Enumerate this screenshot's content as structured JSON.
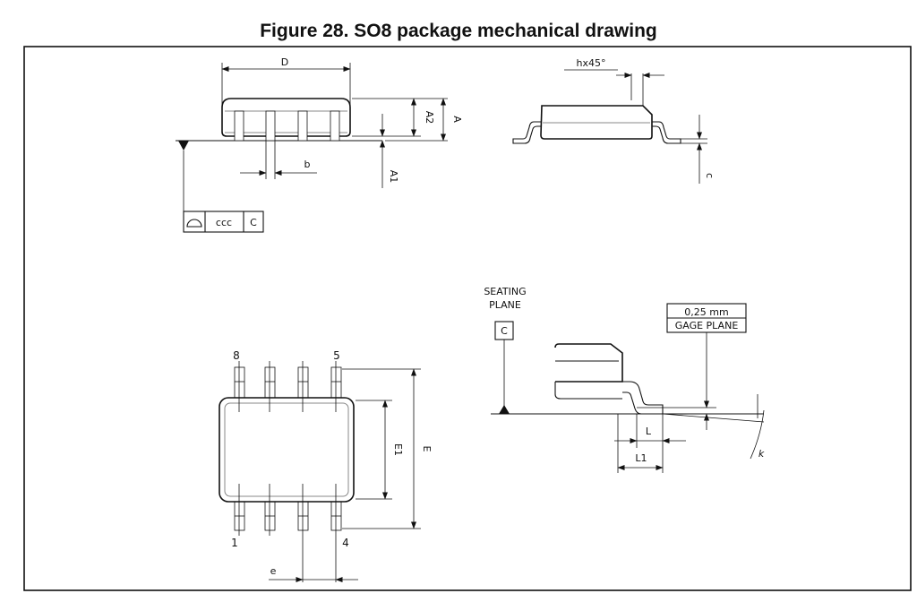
{
  "figure": {
    "title": "Figure 28. SO8 package mechanical drawing"
  },
  "side_view": {
    "dim_D": "D",
    "dim_A2": "A2",
    "dim_A": "A",
    "dim_A1": "A1",
    "dim_b": "b"
  },
  "tolerance_frame": {
    "symbol": "profile-of-surface-icon",
    "value": "ccc",
    "datum": "C"
  },
  "end_view": {
    "dim_hx45": "hx45°",
    "dim_c": "c"
  },
  "top_view": {
    "pin_8": "8",
    "pin_5": "5",
    "pin_1": "1",
    "pin_4": "4",
    "dim_E1": "E1",
    "dim_E": "E",
    "dim_e": "e"
  },
  "detail_view": {
    "seating_line1": "SEATING",
    "seating_line2": "PLANE",
    "datum_c": "C",
    "gage_value": "0,25  mm",
    "gage_label": "GAGE  PLANE",
    "dim_L": "L",
    "dim_L1": "L1",
    "dim_k": "k"
  }
}
